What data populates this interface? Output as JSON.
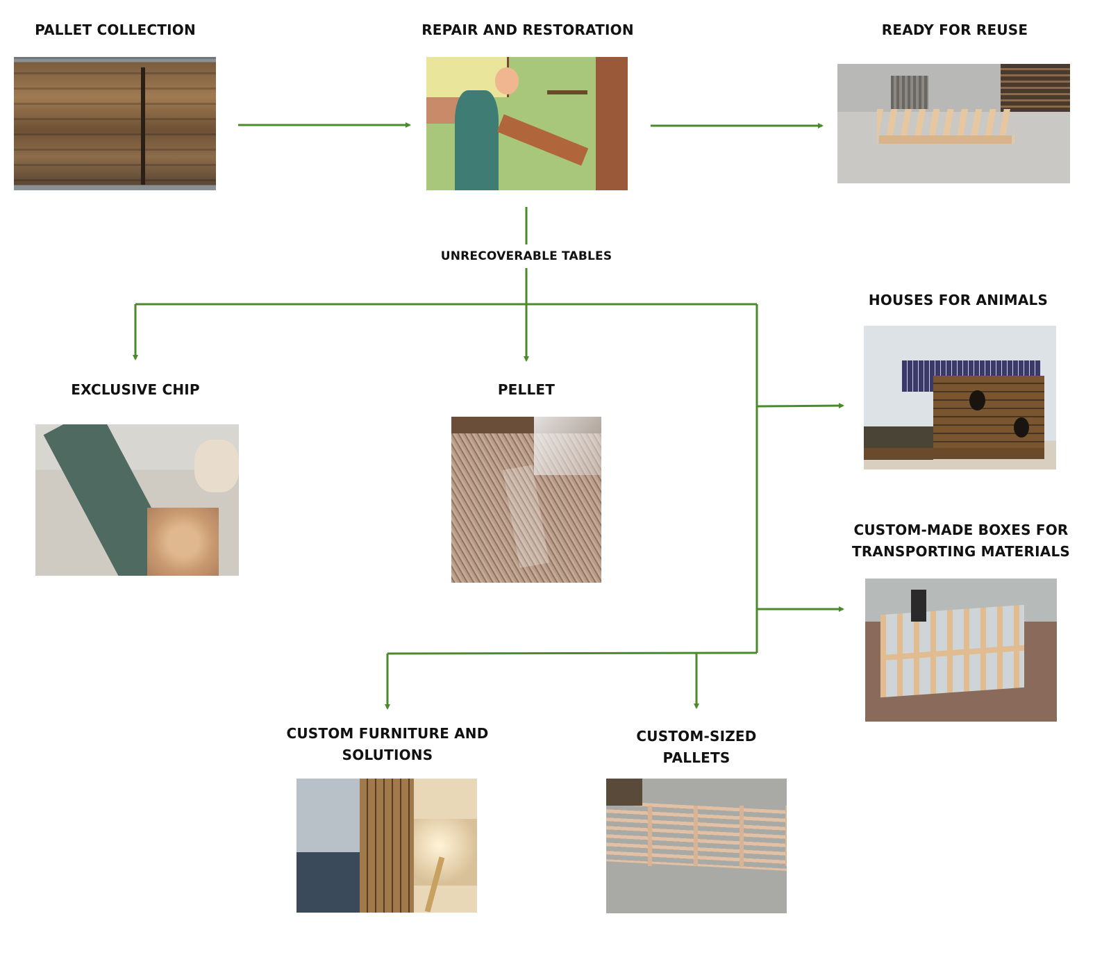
{
  "title": "Pallet recycling process flow",
  "colors": {
    "arrow": "#4a8a2a",
    "text": "#111111"
  },
  "stages": {
    "collection": {
      "label": "PALLET COLLECTION",
      "image": "photo of stacked worn wooden pallets"
    },
    "repair": {
      "label": "REPAIR AND RESTORATION",
      "image": "illustration of carpenter drilling a wooden board"
    },
    "reuse": {
      "label": "READY FOR REUSE",
      "image": "photo of restored pallet on warehouse floor"
    }
  },
  "branch_label": "UNRECOVERABLE TABLES",
  "outputs": {
    "chip": {
      "label": "EXCLUSIVE CHIP",
      "image": "photo of wood chips on conveyor"
    },
    "pellet": {
      "label": "PELLET",
      "image": "photo of bag of wood pellets"
    },
    "animals": {
      "label": "HOUSES FOR ANIMALS",
      "image": "photo of wooden animal house built from pallets"
    },
    "boxes": {
      "label_line1": "CUSTOM-MADE BOXES FOR",
      "label_line2": "TRANSPORTING MATERIALS",
      "image": "photo of wooden crate in warehouse"
    },
    "furniture": {
      "label_line1": "CUSTOM FURNITURE AND",
      "label_line2": "SOLUTIONS",
      "image": "photo of wooden room divider and lamp"
    },
    "custom_pallets": {
      "label_line1": "CUSTOM-SIZED",
      "label_line2": "PALLETS",
      "image": "photo of large custom pallet on concrete floor"
    }
  }
}
